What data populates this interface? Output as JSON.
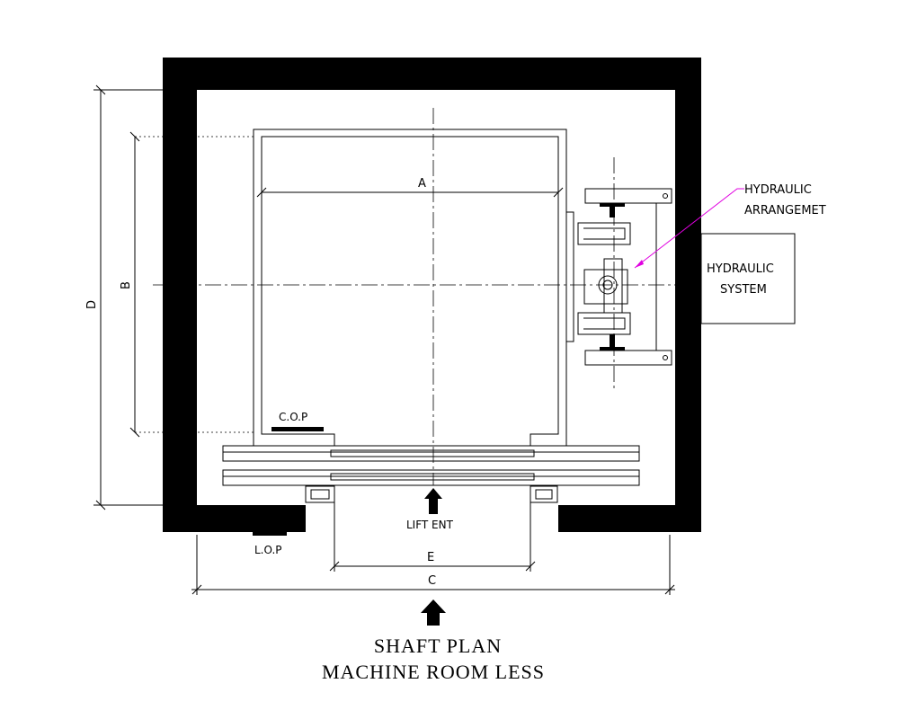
{
  "labels": {
    "dim_a": "A",
    "dim_b": "B",
    "dim_c": "C",
    "dim_d": "D",
    "dim_e": "E",
    "cop": "C.O.P",
    "lop": "L.O.P",
    "lift_entrance": "LIFT ENT",
    "hydraulic_arrangement_line1": "HYDRAULIC",
    "hydraulic_arrangement_line2": "ARRANGEMET",
    "hydraulic_system_line1": "HYDRAULIC",
    "hydraulic_system_line2": "SYSTEM"
  },
  "title": {
    "line1": "SHAFT PLAN",
    "line2": "MACHINE ROOM LESS"
  },
  "colors": {
    "line": "#000000",
    "leader": "#e000e0",
    "background": "#ffffff"
  }
}
